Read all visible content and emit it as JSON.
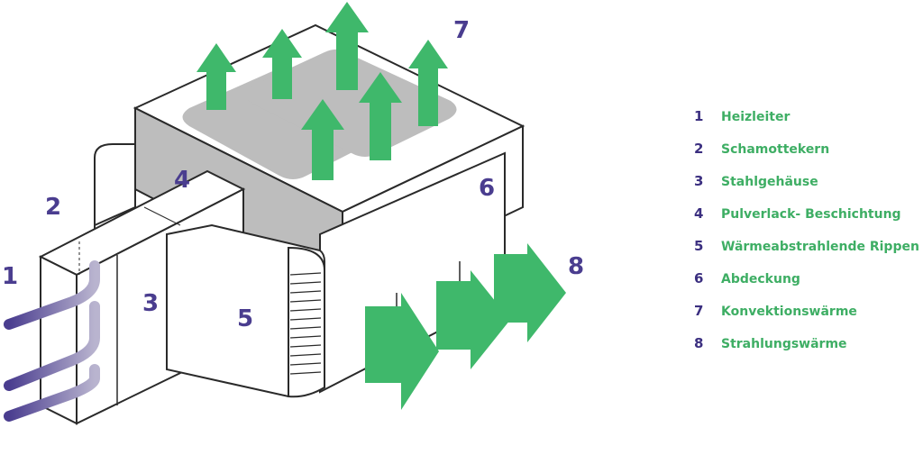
{
  "colors": {
    "accent_green": "#3eae64",
    "arrow_green": "#3fb86b",
    "number_purple": "#4a3d8f",
    "heater_purple": "#5a4a9c",
    "fin_gray": "#b5b5b5",
    "outline": "#2a2a2a"
  },
  "diagram": {
    "callouts": [
      "1",
      "2",
      "3",
      "4",
      "5",
      "6",
      "7",
      "8"
    ]
  },
  "legend": {
    "items": [
      {
        "num": "1",
        "label": "Heizleiter"
      },
      {
        "num": "2",
        "label": "Schamottekern"
      },
      {
        "num": "3",
        "label": "Stahlgehäuse"
      },
      {
        "num": "4",
        "label": "Pulverlack- Beschichtung"
      },
      {
        "num": "5",
        "label": "Wärmeabstrahlende Rippen"
      },
      {
        "num": "6",
        "label": "Abdeckung"
      },
      {
        "num": "7",
        "label": "Konvektionswärme"
      },
      {
        "num": "8",
        "label": "Strahlungswärme"
      }
    ]
  }
}
